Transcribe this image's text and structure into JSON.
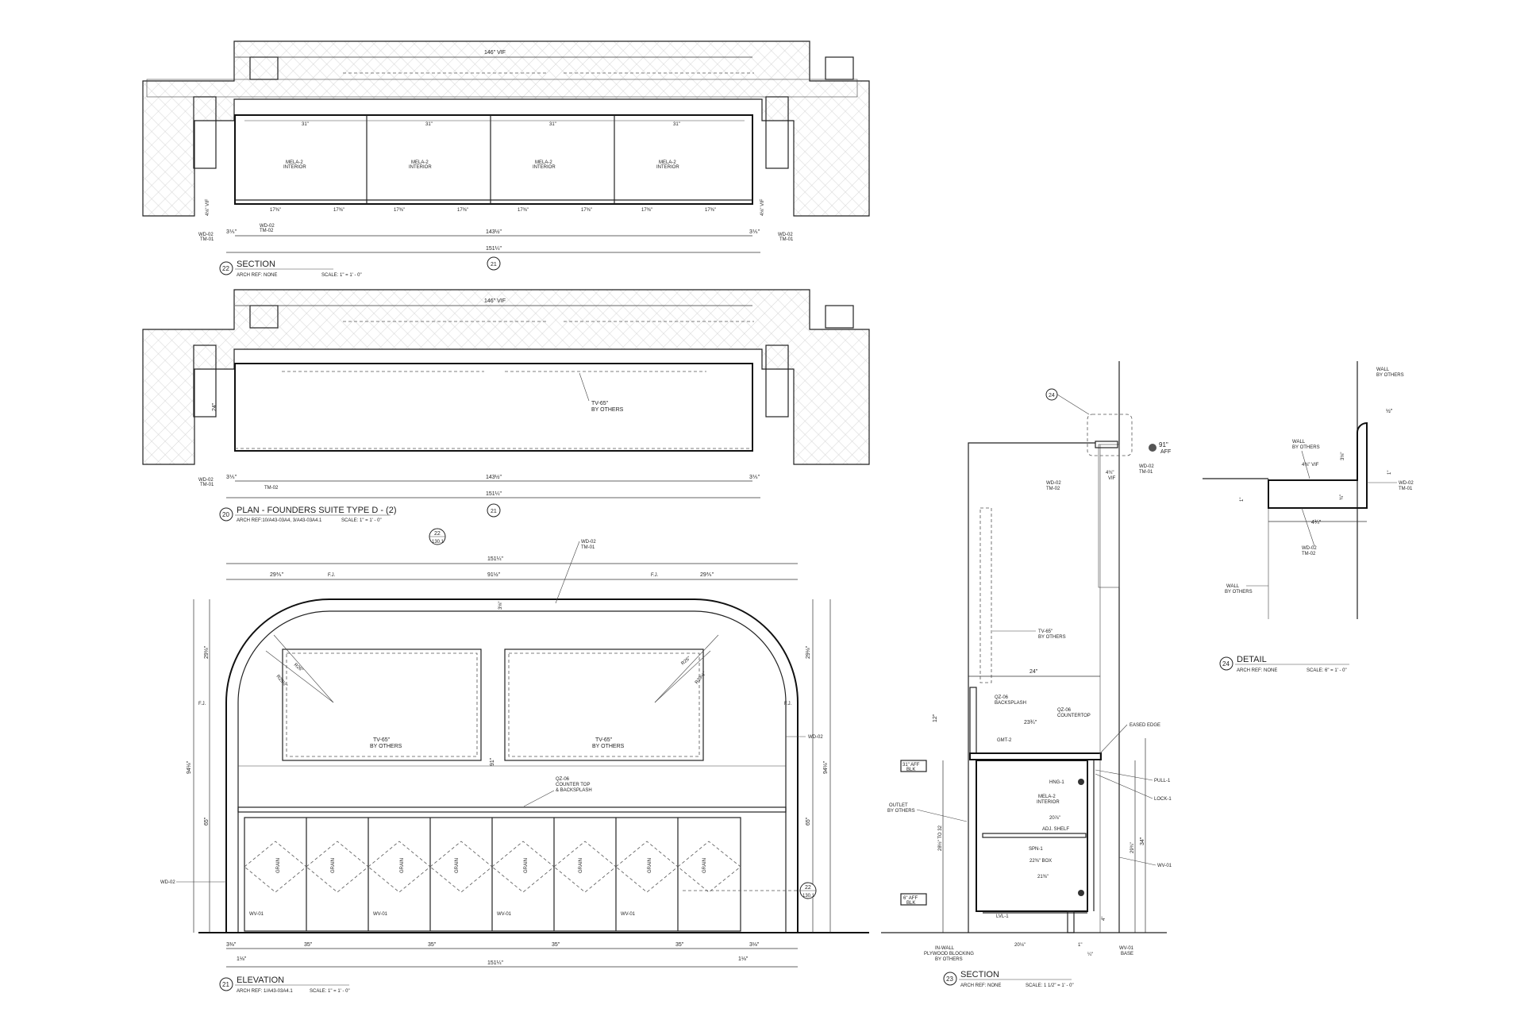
{
  "views": {
    "v22": {
      "number": "22",
      "title": "SECTION",
      "arch_ref": "ARCH REF:   NONE",
      "scale": "SCALE: 1\" = 1' - 0\"",
      "dims": {
        "overall_vif": "146\" VIF",
        "inner": "143½\"",
        "total": "151¼\"",
        "end_left": "3⅕\"",
        "end_right": "3⅕\"",
        "depth_left": "4⅛\" VIF",
        "depth_right": "4⅛\" VIF",
        "bay": "31\"",
        "door": "17⅜\"",
        "shelf_label": "MELA-2",
        "interior_label": "INTERIOR"
      },
      "tags": {
        "wd_left": "WD-02",
        "tm_left": "TM-01",
        "wd_left2": "WD-02",
        "tm_left2": "TM-02",
        "wd_right": "WD-02",
        "tm_right": "TM-01"
      },
      "ref_bubble": "21"
    },
    "v20": {
      "number": "20",
      "title": "PLAN - FOUNDERS SUITE TYPE D - (2)",
      "arch_ref": "ARCH REF:10/A43-03A4, 3/A43-03A4.1",
      "scale": "SCALE: 1\" = 1' - 0\"",
      "dims": {
        "overall_vif": "146\" VIF",
        "inner": "143½\"",
        "total": "151¼\"",
        "depth": "24\"",
        "end_left": "3⅕\"",
        "end_right": "3⅕\""
      },
      "tv_label": "TV-65\"",
      "tv_by": "BY OTHERS",
      "tags": {
        "wd": "WD-02",
        "tm": "TM-01",
        "tm2": "TM-02"
      },
      "ref_bubble": "21"
    },
    "v21": {
      "number": "21",
      "title": "ELEVATION",
      "arch_ref": "ARCH REF:   1/A43-03A4.1",
      "scale": "SCALE: 1\" = 1' - 0\"",
      "dims": {
        "total_top": "151¼\"",
        "left_arch": "29⅗\"",
        "middle": "91½\"",
        "right_arch": "29⅗\"",
        "height_left": "94⅛\"",
        "height_right": "94⅛\"",
        "upper_left": "29⅛\"",
        "upper_right": "29⅛\"",
        "lower_left": "65\"",
        "lower_right": "65\"",
        "radius_a": "R26\"",
        "radius_b": "R29½\"",
        "radius_c": "R26\"",
        "radius_d": "R29½\"",
        "center_h": "91\"",
        "top_gap": "3⅛\"",
        "door_35": "35\"",
        "end_l": "3⅜\"",
        "end_r": "3⅛\"",
        "base_l": "1⅛\"",
        "base_r": "1⅛\"",
        "total_bottom": "151¼\"",
        "fj": "F.J."
      },
      "tv_label": "TV-65\"",
      "tv_by": "BY OTHERS",
      "counter": [
        "QZ-06",
        "COUNTER TOP",
        "& BACKSPLASH"
      ],
      "grain": "GRAIN",
      "wv": "WV-01",
      "wd": "WD-02",
      "tm": "TM-01",
      "section_bubble": "22",
      "section_sheet": "130.1"
    },
    "v23": {
      "number": "23",
      "title": "SECTION",
      "arch_ref": "ARCH REF:   NONE",
      "scale": "SCALE: 1 1/2\" = 1' - 0\"",
      "detail_bubble": "24",
      "labels": {
        "aff91": "91\"",
        "aff": "AFF",
        "wd02": "WD-02",
        "tm01": "TM-01",
        "tm02": "TM-02",
        "vif434": "4¾\"",
        "vif": "VIF",
        "tv": "TV-65\"",
        "tv_by": "BY OTHERS",
        "w24": "24\"",
        "qz_back": [
          "QZ-06",
          "BACKSPLASH"
        ],
        "qz_top": [
          "QZ-06",
          "COUNTERTOP"
        ],
        "eased": "EASED EDGE",
        "gmt": "GMT-2",
        "aff31": "31\" AFF",
        "blk": "BLK",
        "mela": [
          "MELA-2",
          "INTERIOR"
        ],
        "hng": "HNG-1",
        "pull": "PULL-1",
        "lock": "LOCK-1",
        "outlet": [
          "OUTLET",
          "BY OTHERS"
        ],
        "adj": "ADJ. SHELF",
        "spn": "SPN-1",
        "box": "22⅜\" BOX",
        "d21": "21⅜\"",
        "d20a": "20⅞\"",
        "d23": "23¾\"",
        "d12": "12\"",
        "h34": "34\"",
        "h2934": "29¾\"",
        "h28": "28½\" TO 32",
        "wv01": "WV-01",
        "aff6": "6\" AFF",
        "lvl": "LVL-1",
        "d20b": "20⅛\"",
        "inwall": [
          "IN-WALL",
          "PLYWOOD BLOCKING",
          "BY OTHERS"
        ],
        "wvbase": [
          "WV-01",
          "BASE"
        ],
        "d4": "4\"",
        "d1": "1\"",
        "d14": "¼\"",
        "d18": "⅛\""
      }
    },
    "v24": {
      "number": "24",
      "title": "DETAIL",
      "arch_ref": "ARCH REF:   NONE",
      "scale": "SCALE: 6\" = 1' - 0\"",
      "labels": {
        "wall_top": [
          "WALL",
          "BY OTHERS"
        ],
        "wall_mid": [
          "WALL",
          "BY OTHERS"
        ],
        "wall_bot": [
          "WALL",
          "BY OTHERS"
        ],
        "vif": "4⅜\" VIF",
        "w434": "4¾\"",
        "half": "½\"",
        "h3": "3⅛\"",
        "h1": "1\"",
        "h34": "¾\"",
        "wd02": "WD-02",
        "tm01": "TM-01",
        "tm02": "TM-02"
      }
    }
  }
}
